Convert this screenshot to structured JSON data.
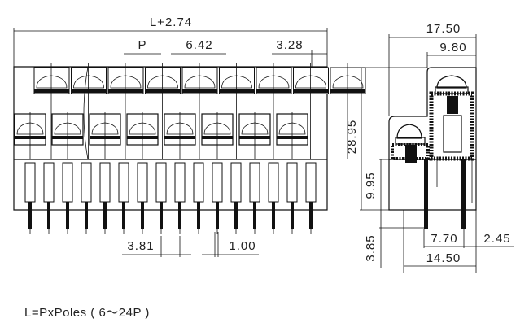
{
  "front_view": {
    "overall_length": "L+2.74",
    "pitch": "P",
    "dim_642": "6.42",
    "dim_328": "3.28",
    "dim_381": "3.81",
    "dim_100": "1.00"
  },
  "side_view": {
    "dim_1750": "17.50",
    "dim_980": "9.80",
    "dim_2895": "28.95",
    "dim_995": "9.95",
    "dim_385": "3.85",
    "dim_770": "7.70",
    "dim_245": "2.45",
    "dim_1450": "14.50"
  },
  "note": "L=PxPoles ( 6～24P )"
}
